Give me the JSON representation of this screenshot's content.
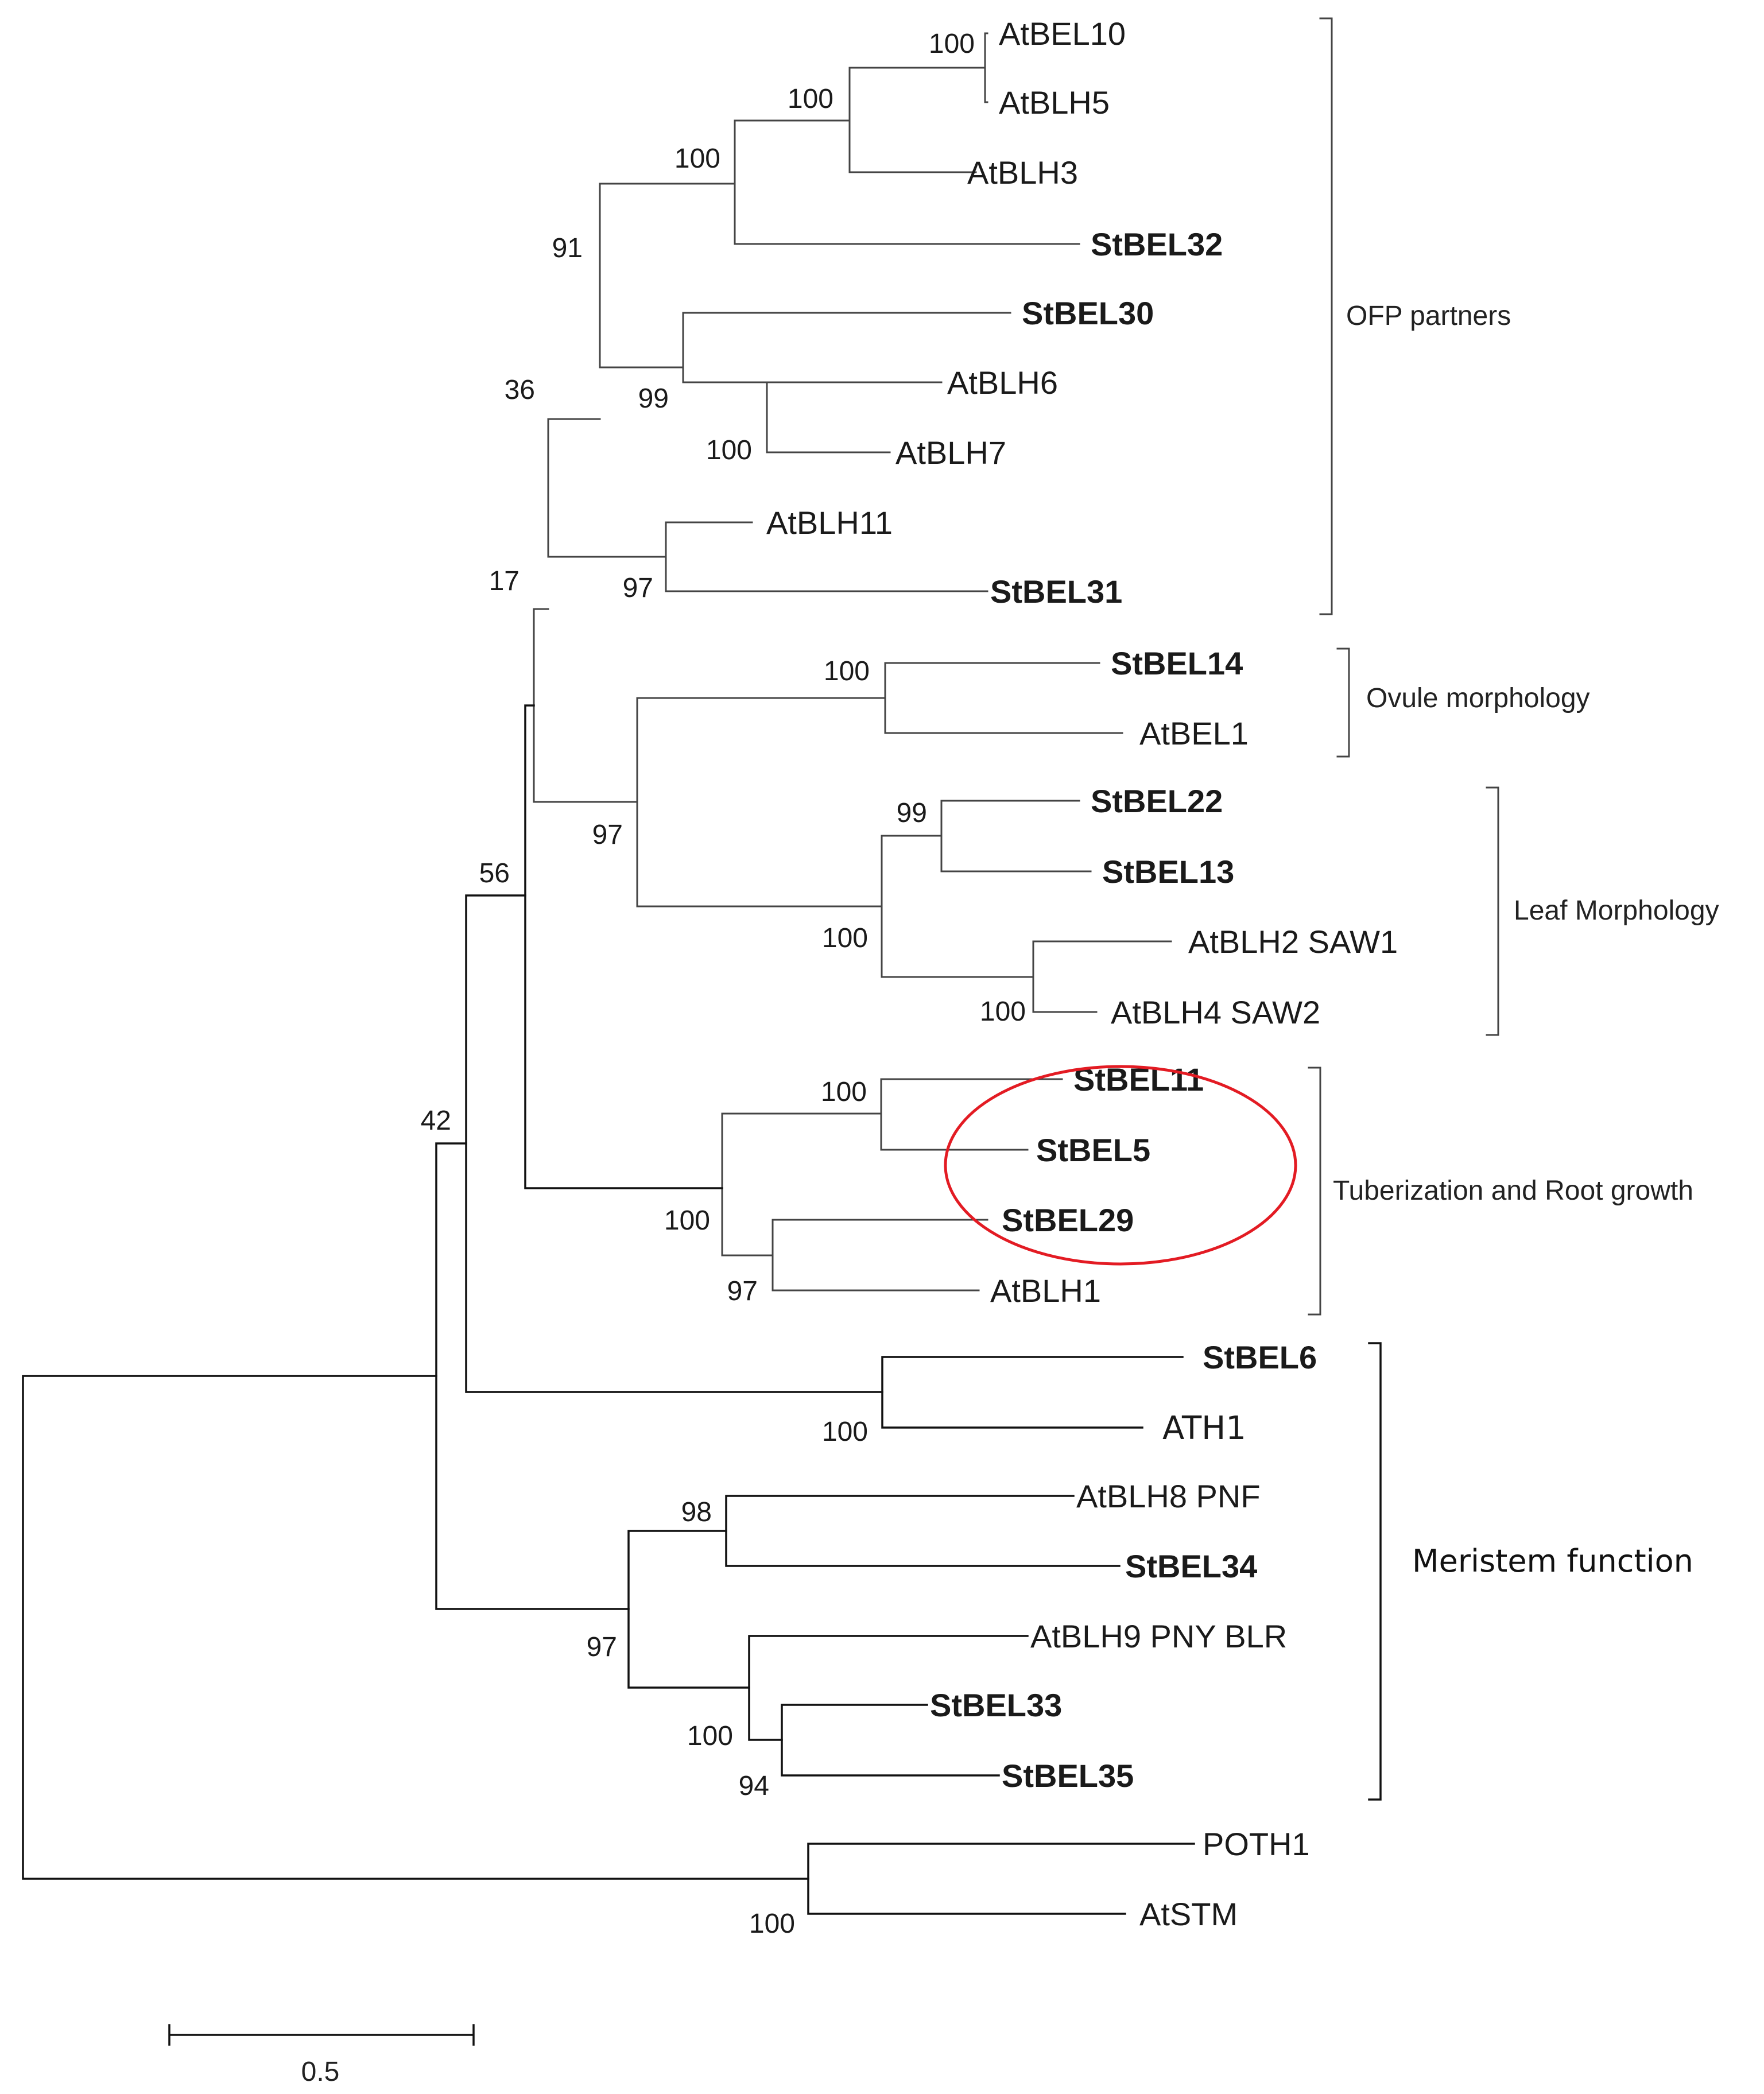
{
  "leaves": [
    {
      "label": "AtBEL10",
      "bold": false
    },
    {
      "label": "AtBLH5",
      "bold": false
    },
    {
      "label": "AtBLH3",
      "bold": false
    },
    {
      "label": "StBEL32",
      "bold": true
    },
    {
      "label": "StBEL30",
      "bold": true
    },
    {
      "label": "AtBLH6",
      "bold": false
    },
    {
      "label": "AtBLH7",
      "bold": false
    },
    {
      "label": "AtBLH11",
      "bold": false
    },
    {
      "label": "StBEL31",
      "bold": true
    },
    {
      "label": "StBEL14",
      "bold": true
    },
    {
      "label": "AtBEL1",
      "bold": false
    },
    {
      "label": "StBEL22",
      "bold": true
    },
    {
      "label": "StBEL13",
      "bold": true
    },
    {
      "label": "AtBLH2 SAW1",
      "bold": false
    },
    {
      "label": "AtBLH4 SAW2",
      "bold": false
    },
    {
      "label": "StBEL11",
      "bold": true
    },
    {
      "label": "StBEL5",
      "bold": true
    },
    {
      "label": "StBEL29",
      "bold": true
    },
    {
      "label": "AtBLH1",
      "bold": false
    },
    {
      "label": "StBEL6",
      "bold": true
    },
    {
      "label": "ATH1",
      "bold": false
    },
    {
      "label": "AtBLH8 PNF",
      "bold": false
    },
    {
      "label": "StBEL34",
      "bold": true
    },
    {
      "label": "AtBLH9 PNY BLR",
      "bold": false
    },
    {
      "label": "StBEL33",
      "bold": true
    },
    {
      "label": "StBEL35",
      "bold": true
    },
    {
      "label": "POTH1",
      "bold": false
    },
    {
      "label": "AtSTM",
      "bold": false
    }
  ],
  "bootstrap": [
    "100",
    "100",
    "100",
    "91",
    "99",
    "100",
    "36",
    "97",
    "17",
    "100",
    "97",
    "99",
    "100",
    "100",
    "56",
    "100",
    "100",
    "97",
    "42",
    "100",
    "98",
    "97",
    "100",
    "94",
    "100"
  ],
  "clades": {
    "ofp": "OFP partners",
    "ovule": "Ovule morphology",
    "leaf": "Leaf Morphology",
    "tuber": "Tuberization and Root growth",
    "meristem": "Meristem function"
  },
  "scale_bar": {
    "label": "0.5"
  },
  "highlight_color": "#e31b23"
}
